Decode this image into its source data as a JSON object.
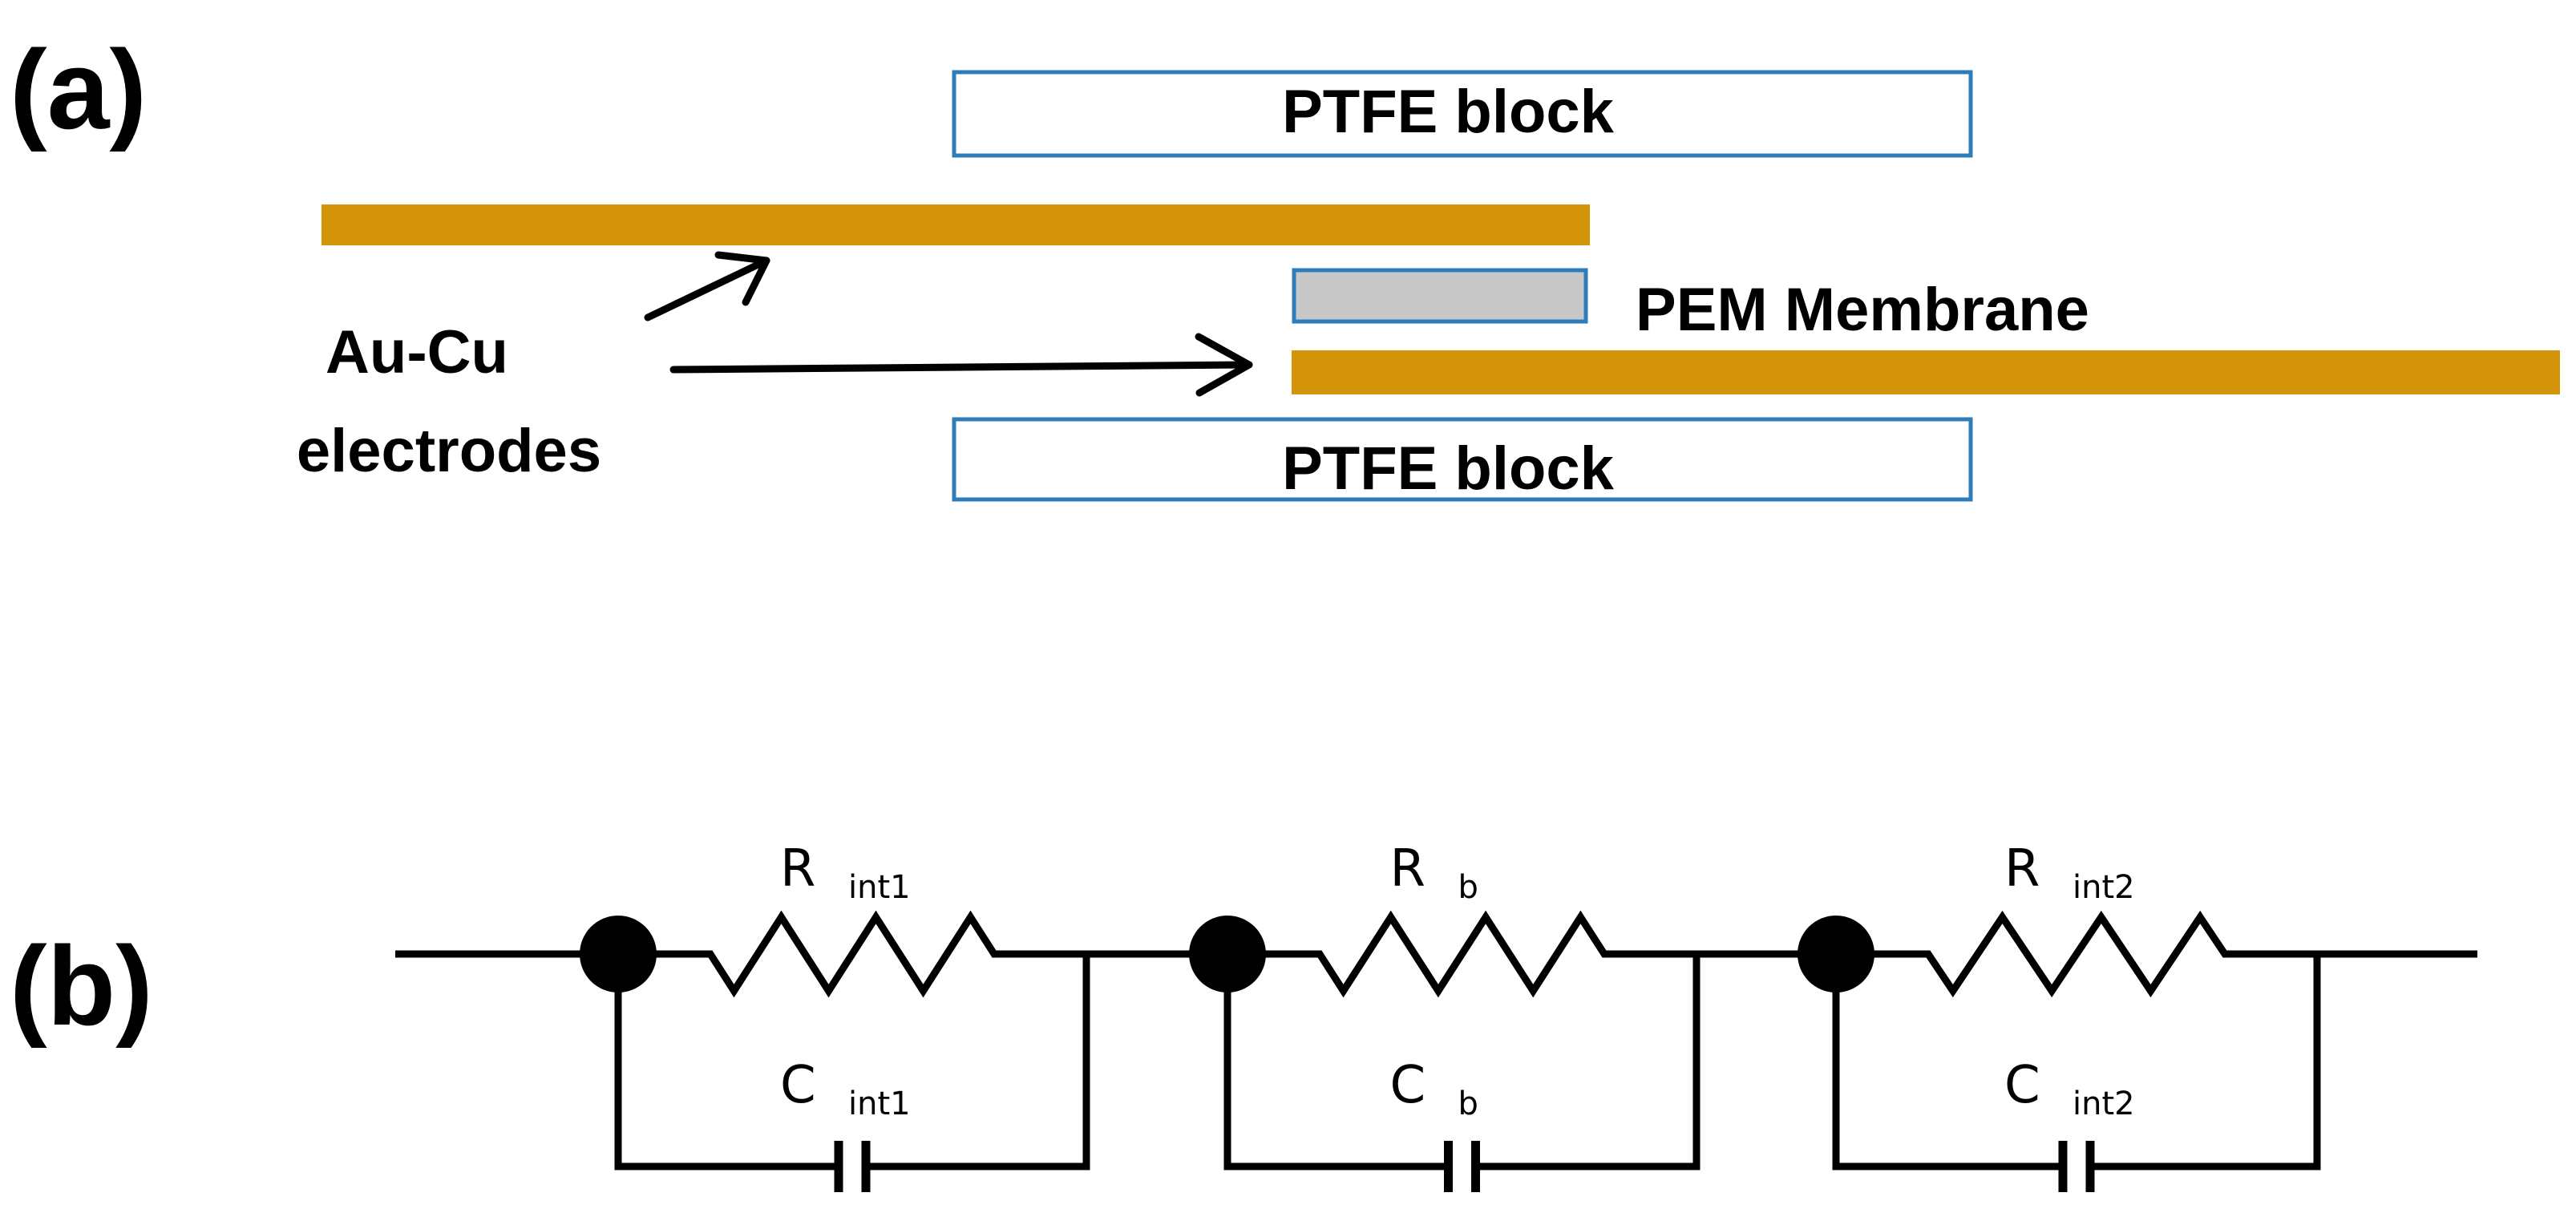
{
  "panel_a": {
    "label": "(a)",
    "ptfe_top_label": "PTFE block",
    "ptfe_bottom_label": "PTFE block",
    "membrane_label": "PEM Membrane",
    "electrodes_label_line1": "Au-Cu",
    "electrodes_label_line2": "electrodes",
    "colors": {
      "electrode": "#d4940a",
      "block_border": "#2e7db8",
      "membrane_fill": "#c8c8c8"
    }
  },
  "panel_b": {
    "label": "(b)",
    "stages": [
      {
        "resistor": "R",
        "resistor_sub": "int1",
        "capacitor": "C",
        "capacitor_sub": "int1"
      },
      {
        "resistor": "R",
        "resistor_sub": "b",
        "capacitor": "C",
        "capacitor_sub": "b"
      },
      {
        "resistor": "R",
        "resistor_sub": "int2",
        "capacitor": "C",
        "capacitor_sub": "int2"
      }
    ]
  }
}
